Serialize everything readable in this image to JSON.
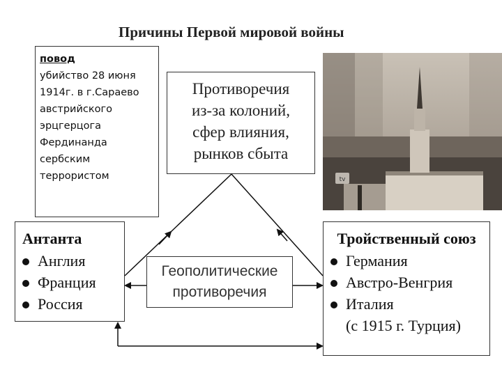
{
  "title": "Причины Первой мировой войны",
  "pretext": {
    "heading": "повод",
    "body": "убийство 28 июня 1914г. в г.Сараево австрийского эрцгерцога Фердинанда сербским террористом"
  },
  "colonies": {
    "lines": [
      "Противоречия",
      "из-за колоний,",
      "сфер влияния,",
      "рынков сбыта"
    ]
  },
  "geopolitics": {
    "lines": [
      "Геополитические",
      "противоречия"
    ]
  },
  "entente": {
    "title": "Антанта",
    "members": [
      "Англия",
      "Франция",
      "Россия"
    ]
  },
  "triple_alliance": {
    "title": "Тройственный союз",
    "members": [
      "Германия",
      "Австро-Венгрия",
      "Италия"
    ],
    "note": "(с 1915 г. Турция)"
  },
  "photo": {
    "caption_icon": "tv-channel-logo-icon"
  },
  "colors": {
    "border": "#333333",
    "text": "#111111",
    "photo_sky": "#b7aea3",
    "photo_dark": "#4a433d"
  }
}
